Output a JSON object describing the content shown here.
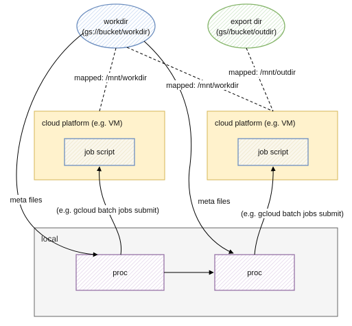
{
  "nodes": {
    "workdir": {
      "line1": "workdir",
      "line2": "(gs://bucket/workdir)"
    },
    "export_dir": {
      "line1": "export dir",
      "line2": "(gs//bucket/outdir)"
    },
    "cloud_left": {
      "label": "cloud platform (e.g. VM)"
    },
    "cloud_right": {
      "label": "cloud platform (e.g. VM)"
    },
    "job_left": {
      "label": "job script"
    },
    "job_right": {
      "label": "job script"
    },
    "local": {
      "label": "local"
    },
    "proc_left": {
      "label": "proc"
    },
    "proc_right": {
      "label": "proc"
    }
  },
  "edges": {
    "mapped_left": "mapped: /mnt/workdir",
    "mapped_center": "mapped: /mnt/workdir",
    "mapped_right": "mapped: /mnt/outdir",
    "meta_left": "meta files",
    "meta_right": "meta files",
    "submit_left": "(e.g. gcloud batch jobs submit)",
    "submit_right": "(e.g. gcloud batch jobs submit)"
  },
  "colors": {
    "workdir_fill": "#dae8fc",
    "workdir_stroke": "#6c8ebf",
    "export_fill": "#d5e8d4",
    "export_stroke": "#82b366",
    "cloud_fill": "#fff2cc",
    "cloud_stroke": "#d6b656",
    "job_fill": "#f5f0dc",
    "job_stroke": "#6c8ebf",
    "local_fill": "#f5f5f5",
    "local_stroke": "#666666",
    "proc_fill": "#e1d5e7",
    "proc_stroke": "#9673a6"
  }
}
